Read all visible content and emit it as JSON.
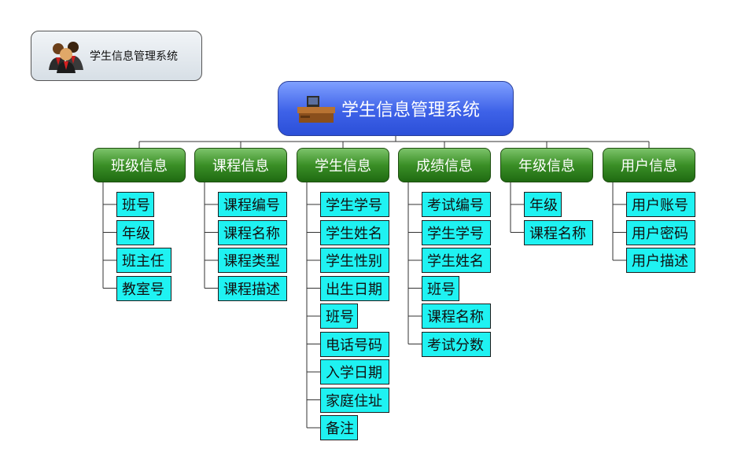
{
  "header": {
    "title": "学生信息管理系统",
    "icon": "people-icon"
  },
  "root": {
    "label": "学生信息管理系统",
    "icon": "desk-icon"
  },
  "colors": {
    "root": "#3e62e8",
    "category": "#3a8f26",
    "leaf": "#1ff2f2",
    "line": "#333333"
  },
  "categories": [
    {
      "label": "班级信息",
      "items": [
        "班号",
        "年级",
        "班主任",
        "教室号"
      ]
    },
    {
      "label": "课程信息",
      "items": [
        "课程编号",
        "课程名称",
        "课程类型",
        "课程描述"
      ]
    },
    {
      "label": "学生信息",
      "items": [
        "学生学号",
        "学生姓名",
        "学生性别",
        "出生日期",
        "班号",
        "电话号码",
        "入学日期",
        "家庭住址",
        "备注"
      ]
    },
    {
      "label": "成绩信息",
      "items": [
        "考试编号",
        "学生学号",
        "学生姓名",
        "班号",
        "课程名称",
        "考试分数"
      ]
    },
    {
      "label": "年级信息",
      "items": [
        "年级",
        "课程名称"
      ]
    },
    {
      "label": "用户信息",
      "items": [
        "用户账号",
        "用户密码",
        "用户描述"
      ]
    }
  ]
}
